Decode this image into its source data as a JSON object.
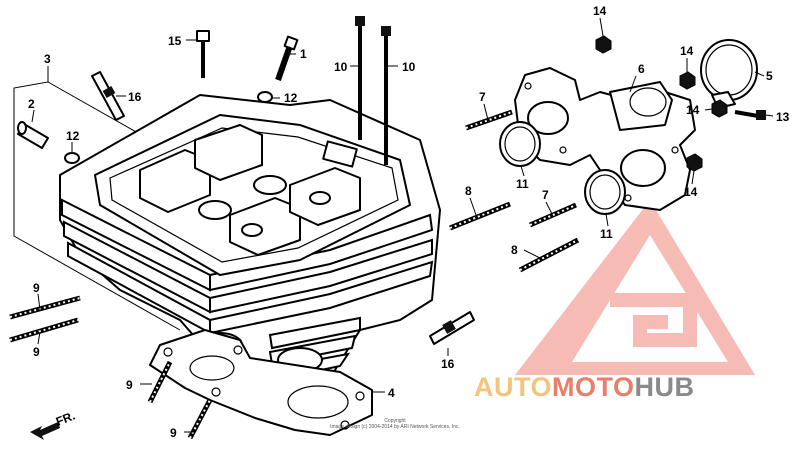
{
  "callouts": [
    {
      "id": "p1",
      "text": "1"
    },
    {
      "id": "p2",
      "text": "2"
    },
    {
      "id": "p3",
      "text": "3"
    },
    {
      "id": "p4",
      "text": "4"
    },
    {
      "id": "p5",
      "text": "5"
    },
    {
      "id": "p6",
      "text": "6"
    },
    {
      "id": "p7a",
      "text": "7"
    },
    {
      "id": "p7b",
      "text": "7"
    },
    {
      "id": "p8a",
      "text": "8"
    },
    {
      "id": "p8b",
      "text": "8"
    },
    {
      "id": "p9a",
      "text": "9"
    },
    {
      "id": "p9b",
      "text": "9"
    },
    {
      "id": "p9c",
      "text": "9"
    },
    {
      "id": "p9d",
      "text": "9"
    },
    {
      "id": "p10a",
      "text": "10"
    },
    {
      "id": "p10b",
      "text": "10"
    },
    {
      "id": "p11a",
      "text": "11"
    },
    {
      "id": "p11b",
      "text": "11"
    },
    {
      "id": "p12a",
      "text": "12"
    },
    {
      "id": "p12b",
      "text": "12"
    },
    {
      "id": "p13",
      "text": "13"
    },
    {
      "id": "p14a",
      "text": "14"
    },
    {
      "id": "p14b",
      "text": "14"
    },
    {
      "id": "p14c",
      "text": "14"
    },
    {
      "id": "p14d",
      "text": "14"
    },
    {
      "id": "p15",
      "text": "15"
    },
    {
      "id": "p16a",
      "text": "16"
    },
    {
      "id": "p16b",
      "text": "16"
    }
  ],
  "front_marker": "FR.",
  "copyright": {
    "line1": "Copyright",
    "line2": "Image design (c) 2004-2014 by ARI Network Services, Inc."
  },
  "brand": {
    "part1": "AUTO",
    "part2": "MOTO",
    "part3": "HUB",
    "logo_color": "#f08a80"
  }
}
